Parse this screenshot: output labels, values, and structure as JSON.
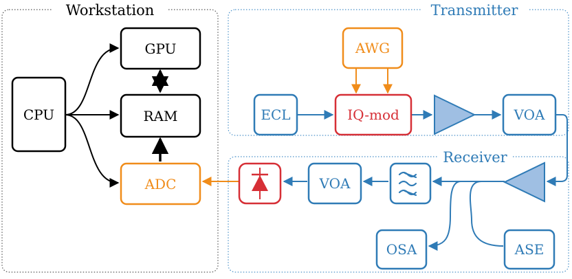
{
  "colors": {
    "black": "#000000",
    "blue": "#2f7bb6",
    "orange": "#f08c1a",
    "red": "#d62f36",
    "amp_fill": "#9fbfe3",
    "group_border": "#666666",
    "group_border_blue": "#4a90c8"
  },
  "groups": {
    "workstation": "Workstation",
    "transmitter": "Transmitter",
    "receiver": "Receiver"
  },
  "blocks": {
    "cpu": "CPU",
    "gpu": "GPU",
    "ram": "RAM",
    "adc": "ADC",
    "awg": "AWG",
    "ecl": "ECL",
    "iq_mod": "IQ-mod",
    "voa_tx": "VOA",
    "voa_rx": "VOA",
    "osa": "OSA",
    "ase": "ASE"
  },
  "icons": {
    "amplifier": "triangle-amplifier-icon",
    "filter": "bandpass-filter-icon",
    "photodiode": "photodiode-icon"
  }
}
